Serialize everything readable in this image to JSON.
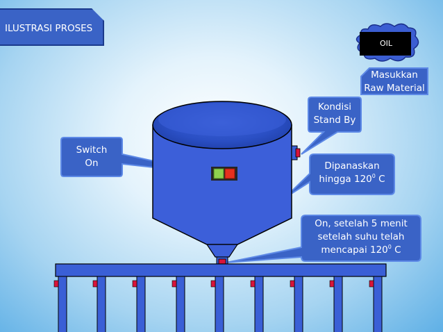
{
  "title": "ILUSTRASI PROSES",
  "oil_label": "OIL",
  "callouts": {
    "switch": {
      "line1": "Switch",
      "line2": "On"
    },
    "raw": {
      "line1": "Masukkan",
      "line2": "Raw Material"
    },
    "standby": {
      "line1": "Kondisi",
      "line2": "Stand By"
    },
    "heat": {
      "line1": "Dipanaskan",
      "line2_pre": "hingga 120",
      "sup": "0",
      "line2_post": " C"
    },
    "release": {
      "line1": "On, setelah 5 menit",
      "line2": "setelah suhu telah",
      "line3_pre": "mencapai 120",
      "sup": "0",
      "line3_post": " C"
    }
  },
  "colors": {
    "callout_fill": "#3a63c6",
    "callout_border": "#5d89e6",
    "tank_fill": "#3c5fd9",
    "tank_outline": "#000000",
    "switch_green": "#8fd14f",
    "switch_red": "#e6301f",
    "valve_red": "#d8143a",
    "pipe_fill": "#3a5fd6",
    "oil_fill": "#000000"
  },
  "icons": [
    "oil-cloud-icon",
    "switch-box-icon",
    "valve-icon"
  ]
}
